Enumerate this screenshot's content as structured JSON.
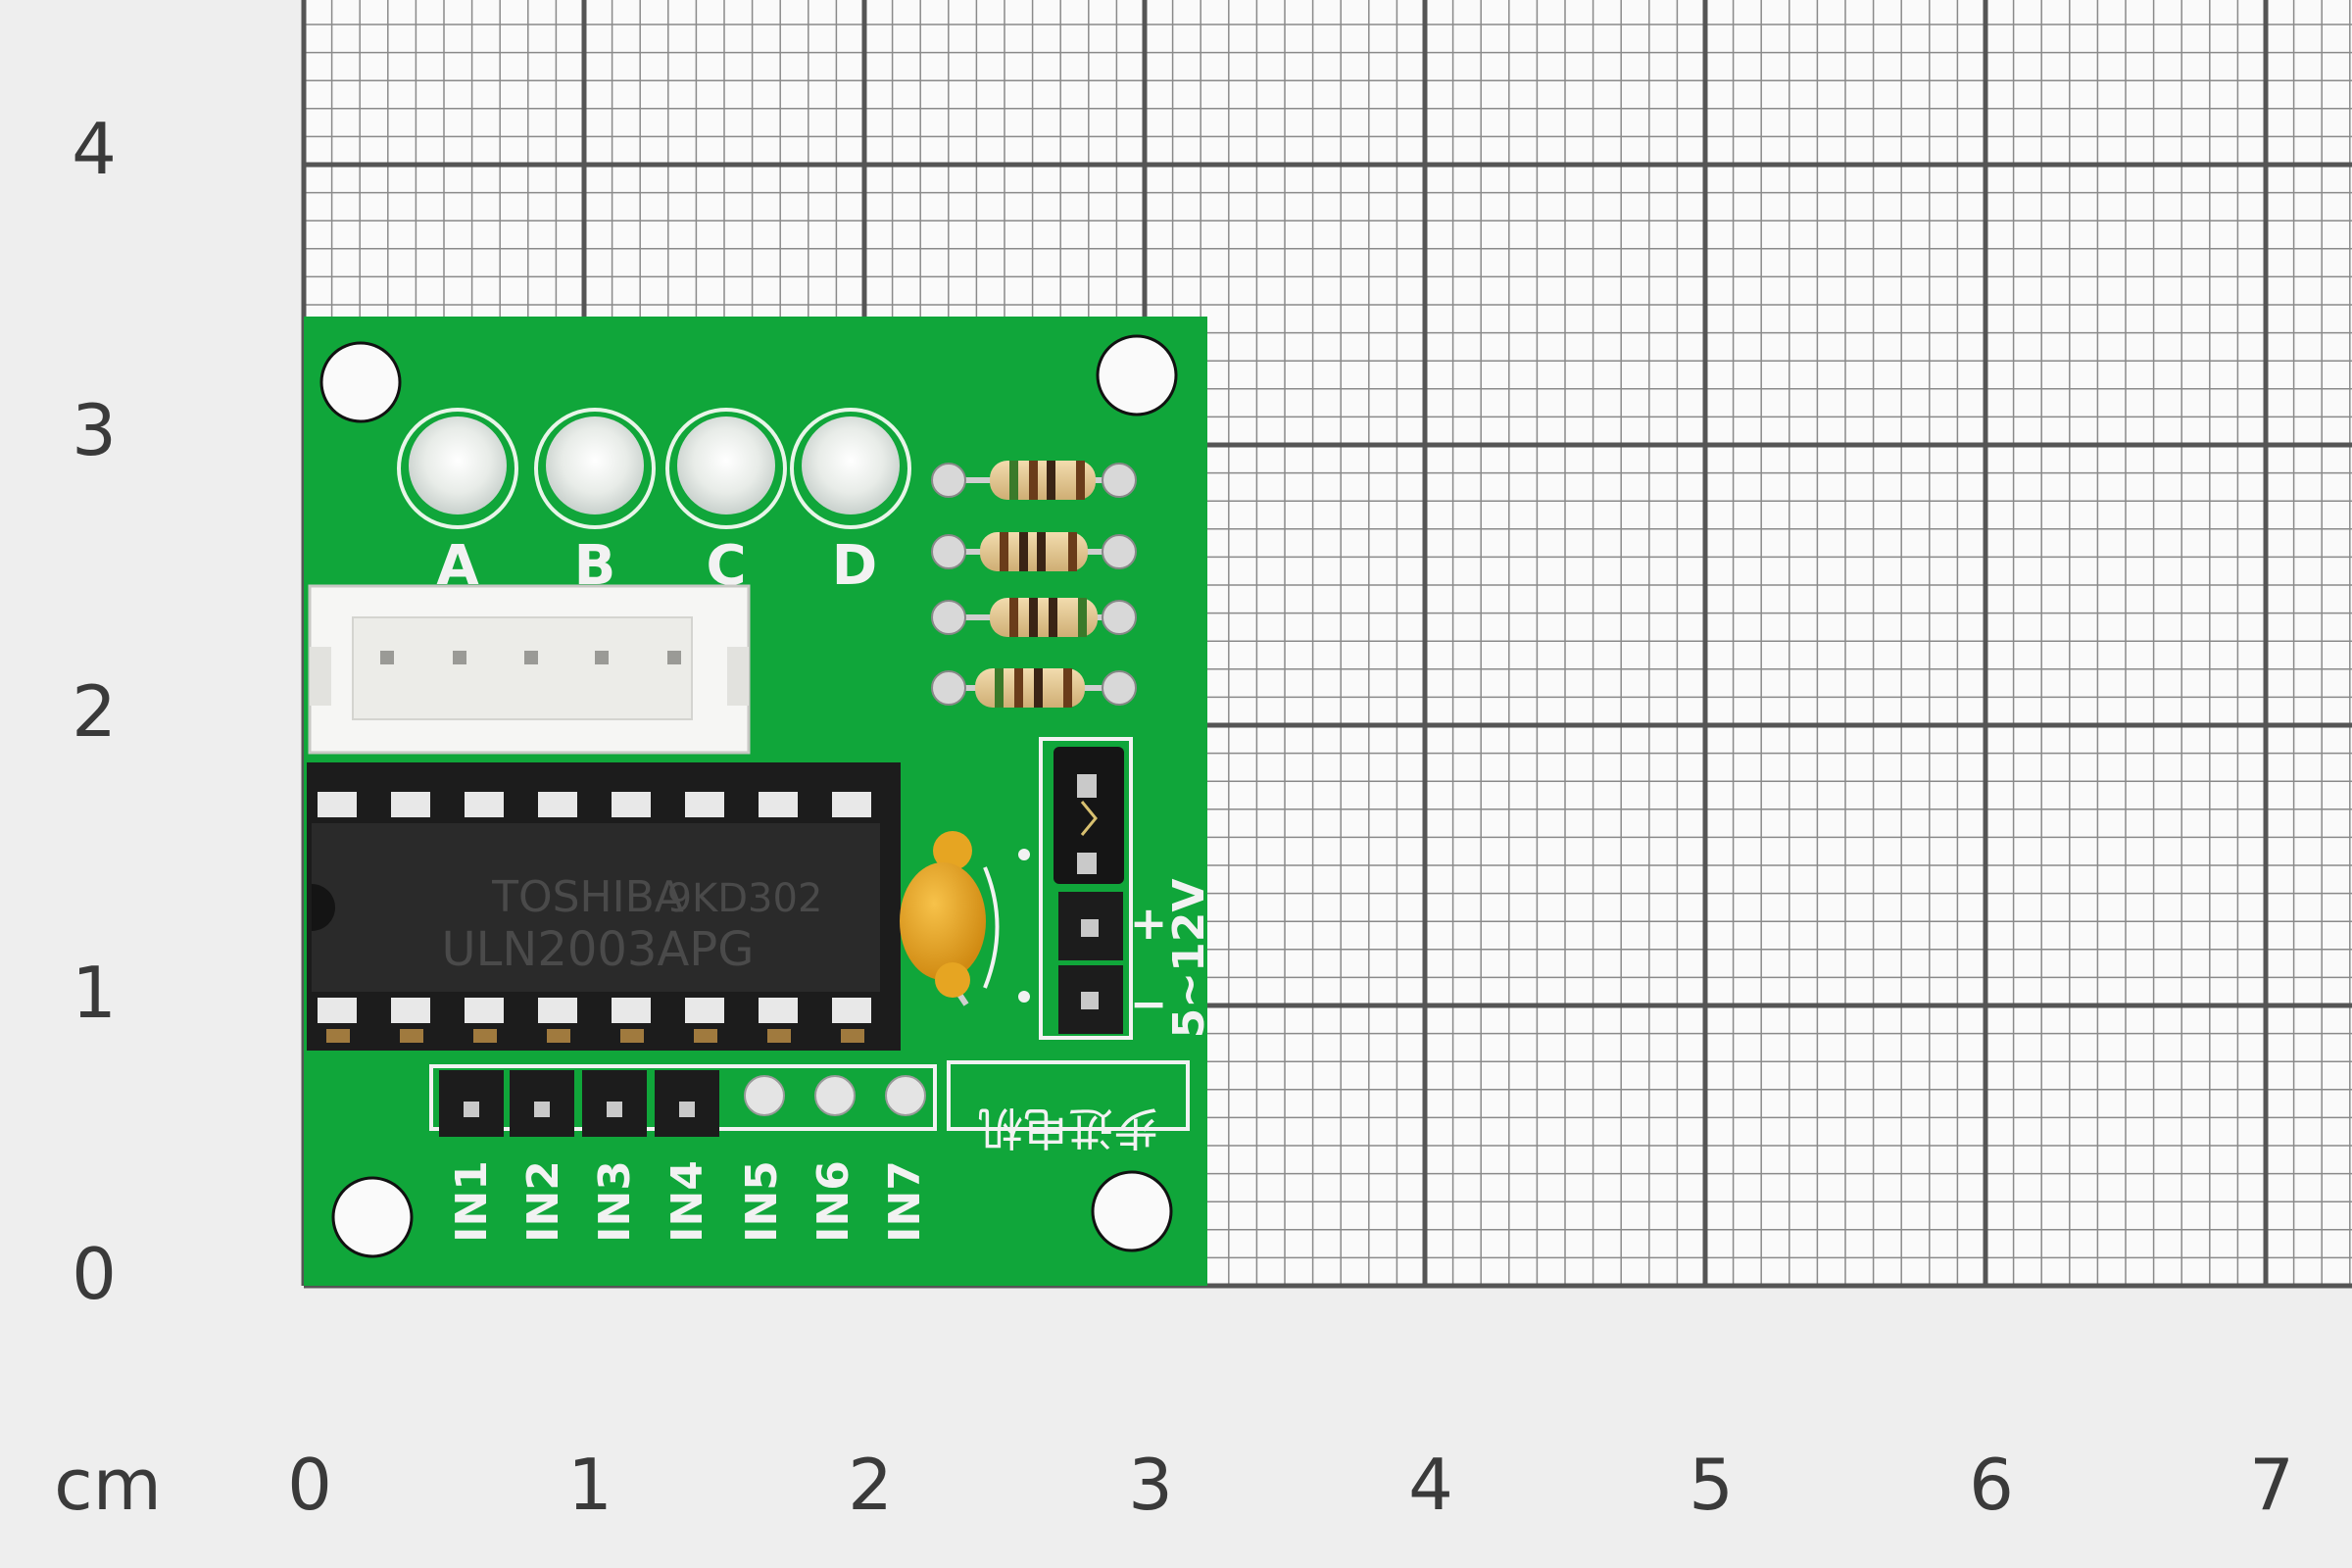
{
  "ruler": {
    "unit_label": "cm",
    "x_ticks": [
      "0",
      "1",
      "2",
      "3",
      "4",
      "5",
      "6",
      "7"
    ],
    "y_ticks": [
      "0",
      "1",
      "2",
      "3",
      "4"
    ]
  },
  "board": {
    "led_labels": [
      "A",
      "B",
      "C",
      "D"
    ],
    "chip_brand": "TOSHIBA",
    "chip_code": "9KD302",
    "chip_part": "ULN2003APG",
    "pin_labels": [
      "IN1",
      "IN2",
      "IN3",
      "IN4",
      "IN5",
      "IN6",
      "IN7"
    ],
    "power_plus": "+",
    "power_minus": "−",
    "voltage_label": "5~12V",
    "motor_label": "步进电机"
  },
  "colors": {
    "background": "#eeeeee",
    "grid_minor": "#8a8a8a",
    "grid_major": "#555555",
    "pcb_green": "#10a63a",
    "silkscreen": "#f2f2f2",
    "capacitor": "#e6a522",
    "chip_body": "#2a2a2a",
    "connector": "#f6f6f4"
  }
}
